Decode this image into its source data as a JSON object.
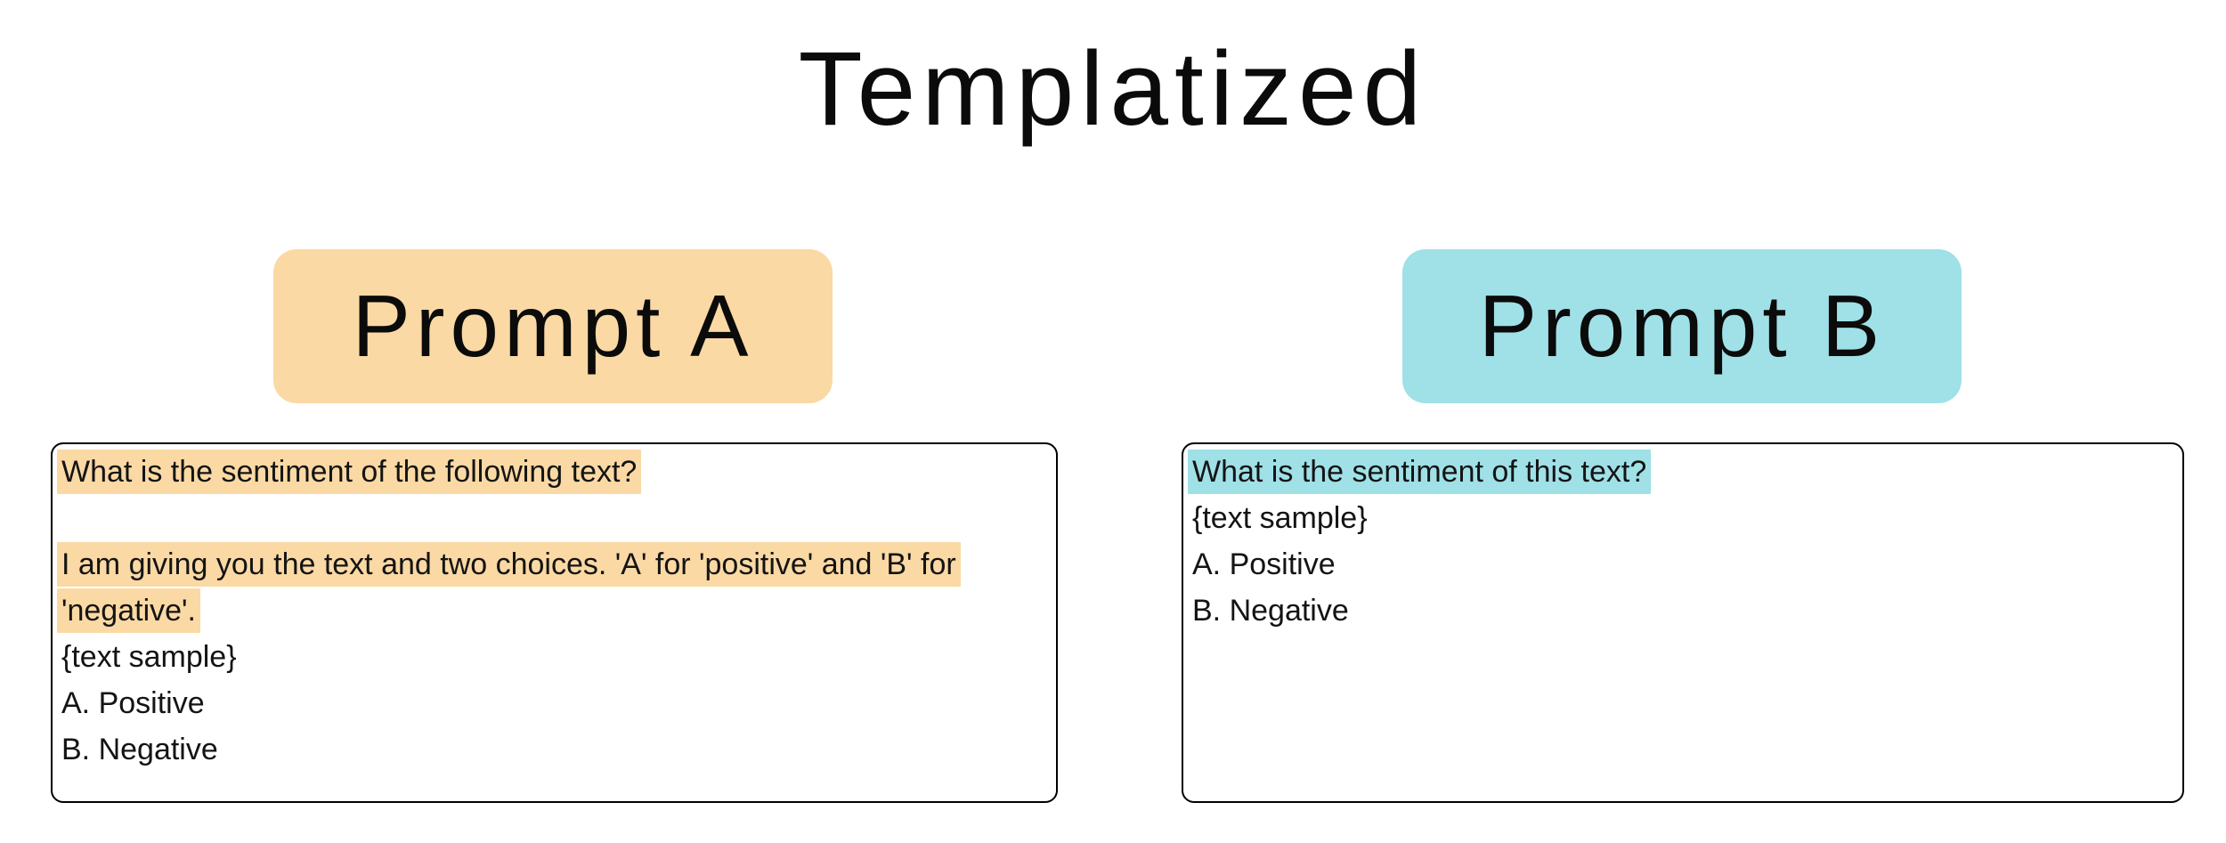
{
  "title": "Templatized",
  "colors": {
    "prompt_a": "#FBD9A4",
    "prompt_b": "#A0E0E7",
    "text": "#141414",
    "box_border": "#000000",
    "bg": "#ffffff"
  },
  "prompt_a": {
    "label": "Prompt A",
    "lines": [
      {
        "text": "What is the sentiment of the following text?",
        "highlighted": true
      },
      {
        "text": "",
        "highlighted": false
      },
      {
        "text": "I am giving you the text and two choices. 'A' for 'positive' and 'B' for",
        "highlighted": true
      },
      {
        "text": "'negative'.",
        "highlighted": true
      },
      {
        "text": "{text sample}",
        "highlighted": false
      },
      {
        "text": "A. Positive",
        "highlighted": false
      },
      {
        "text": "B. Negative",
        "highlighted": false
      }
    ]
  },
  "prompt_b": {
    "label": "Prompt B",
    "lines": [
      {
        "text": "What is the sentiment of this text?",
        "highlighted": true
      },
      {
        "text": "{text sample}",
        "highlighted": false
      },
      {
        "text": "A. Positive",
        "highlighted": false
      },
      {
        "text": "B. Negative",
        "highlighted": false
      }
    ]
  }
}
